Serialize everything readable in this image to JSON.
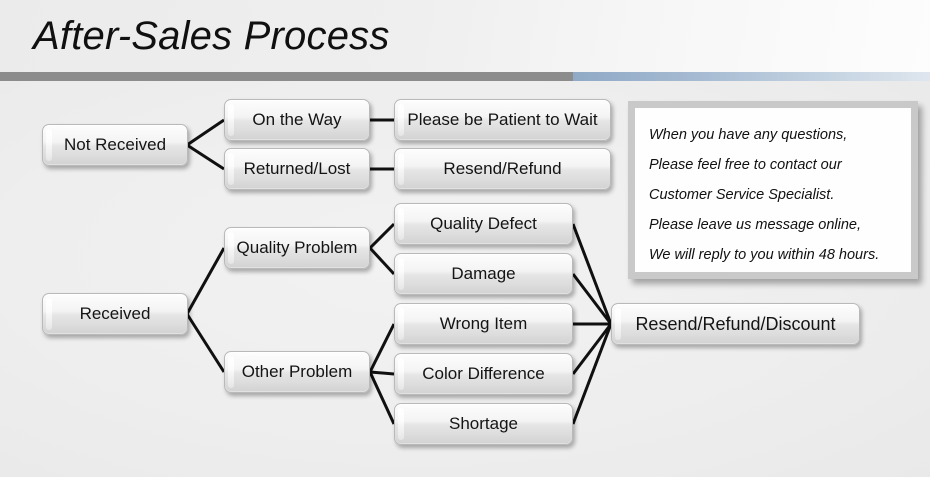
{
  "header": {
    "title": "After-Sales Process",
    "divider_gray_color": "#8c8c8c",
    "divider_blue_color": "#90a9c6"
  },
  "canvas": {
    "background_color": "#eeeeee",
    "node_text_color": "#141414",
    "connector_color": "#101010"
  },
  "flow": {
    "roots": [
      {
        "id": "not-received",
        "label": "Not Received"
      },
      {
        "id": "received",
        "label": "Received"
      }
    ],
    "middle": [
      {
        "id": "on-the-way",
        "label": "On the Way"
      },
      {
        "id": "returned-lost",
        "label": "Returned/Lost"
      },
      {
        "id": "quality-problem",
        "label": "Quality Problem"
      },
      {
        "id": "other-problem",
        "label": "Other Problem"
      }
    ],
    "outcomes": [
      {
        "id": "please-be-patient-to-wait",
        "label": "Please be Patient to Wait"
      },
      {
        "id": "resend-refund",
        "label": "Resend/Refund"
      },
      {
        "id": "quality-defect",
        "label": "Quality Defect"
      },
      {
        "id": "damage",
        "label": "Damage"
      },
      {
        "id": "wrong-item",
        "label": "Wrong Item"
      },
      {
        "id": "color-difference",
        "label": "Color Difference"
      },
      {
        "id": "shortage",
        "label": "Shortage"
      }
    ],
    "final": {
      "id": "resend-refund-discount",
      "label": "Resend/Refund/Discount"
    }
  },
  "info_panel": {
    "lines": [
      "When you have any questions,",
      "Please feel free to contact our",
      "Customer Service Specialist.",
      "Please leave us message online,",
      "We will reply to you within 48 hours."
    ]
  }
}
